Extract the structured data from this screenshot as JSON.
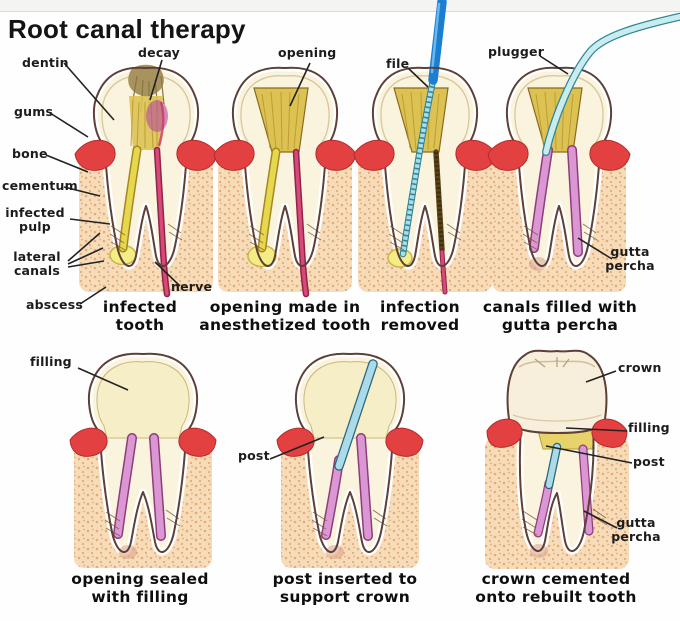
{
  "title": "Root canal therapy",
  "colors": {
    "gums": "#e34141",
    "bone": "#f7dcba",
    "bone_speckle": "#e5ab78",
    "tooth": "#faf3dd",
    "tooth_outline": "#5d4037",
    "infected_pulp_yellow": "#e6d84e",
    "nerve_red": "#d84878",
    "decay_brown": "#a8935e",
    "chamber_gold": "#dcc253",
    "abscess_yellow": "#f4ec84",
    "gutta_percha_pink": "#db97d4",
    "gutta_percha_dark": "#8e3d7a",
    "file_handle_blue": "#1a7ed2",
    "file_shaft": "#a9dde9",
    "plugger_teal": "#c9edef",
    "plugger_outline": "#2e8596",
    "filling_cream": "#f6eec6",
    "post_blue": "#abdbe9",
    "post_outline": "#26667a",
    "crown_ivory": "#f7efdc"
  },
  "panels": [
    {
      "caption": "infected tooth",
      "labels": [
        "dentin",
        "gums",
        "bone",
        "cementum",
        "infected pulp",
        "lateral canals",
        "abscess",
        "decay",
        "nerve"
      ]
    },
    {
      "caption": "opening made in anesthetized tooth",
      "labels": [
        "opening"
      ]
    },
    {
      "caption": "infection removed",
      "labels": [
        "file"
      ]
    },
    {
      "caption": "canals filled with gutta percha",
      "labels": [
        "plugger",
        "gutta percha"
      ]
    },
    {
      "caption": "opening sealed with filling",
      "labels": [
        "filling"
      ]
    },
    {
      "caption": "post inserted to support crown",
      "labels": [
        "post"
      ]
    },
    {
      "caption": "crown cemented onto rebuilt tooth",
      "labels": [
        "crown",
        "filling",
        "post",
        "gutta percha"
      ]
    }
  ]
}
